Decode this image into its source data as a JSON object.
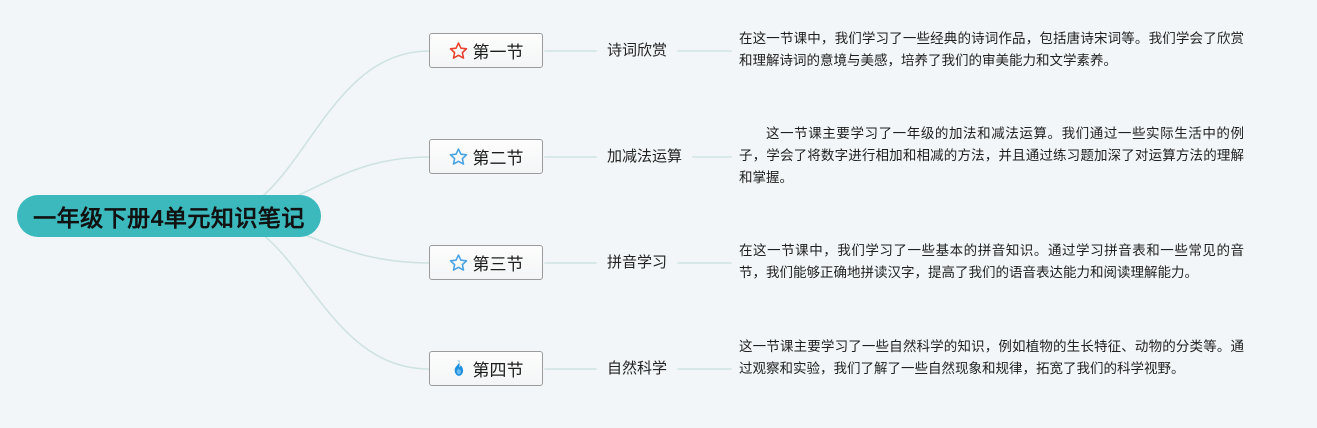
{
  "canvas": {
    "background_color": "#f2f6f8",
    "edge_color": "#cfe2e2",
    "accent_color": "#3cb9bd"
  },
  "root": {
    "label": "一年级下册4单元知识笔记",
    "background_color": "#3cb9bd",
    "text_color": "#111111"
  },
  "branches": [
    {
      "node_label": "第一节",
      "icon": "star-outline-icon",
      "icon_color": "#e8422e",
      "topic": "诗词欣赏",
      "description": "在这一节课中，我们学习了一些经典的诗词作品，包括唐诗宋词等。我们学会了欣赏和理解诗词的意境与美感，培养了我们的审美能力和文学素养。",
      "indent": false
    },
    {
      "node_label": "第二节",
      "icon": "star-outline-icon",
      "icon_color": "#4aa3e3",
      "topic": "加减法运算",
      "description": "这一节课主要学习了一年级的加法和减法运算。我们通过一些实际生活中的例子，学会了将数字进行相加和相减的方法，并且通过练习题加深了对运算方法的理解和掌握。",
      "indent": true
    },
    {
      "node_label": "第三节",
      "icon": "star-outline-icon",
      "icon_color": "#4aa3e3",
      "topic": "拼音学习",
      "description": "在这一节课中，我们学习了一些基本的拼音知识。通过学习拼音表和一些常见的音节，我们能够正确地拼读汉字，提高了我们的语音表达能力和阅读理解能力。",
      "indent": false
    },
    {
      "node_label": "第四节",
      "icon": "flame-icon",
      "icon_color": "#1f8fe0",
      "topic": "自然科学",
      "description": "这一节课主要学习了一些自然科学的知识，例如植物的生长特征、动物的分类等。通过观察和实验，我们了解了一些自然现象和规律，拓宽了我们的科学视野。",
      "indent": false
    }
  ]
}
